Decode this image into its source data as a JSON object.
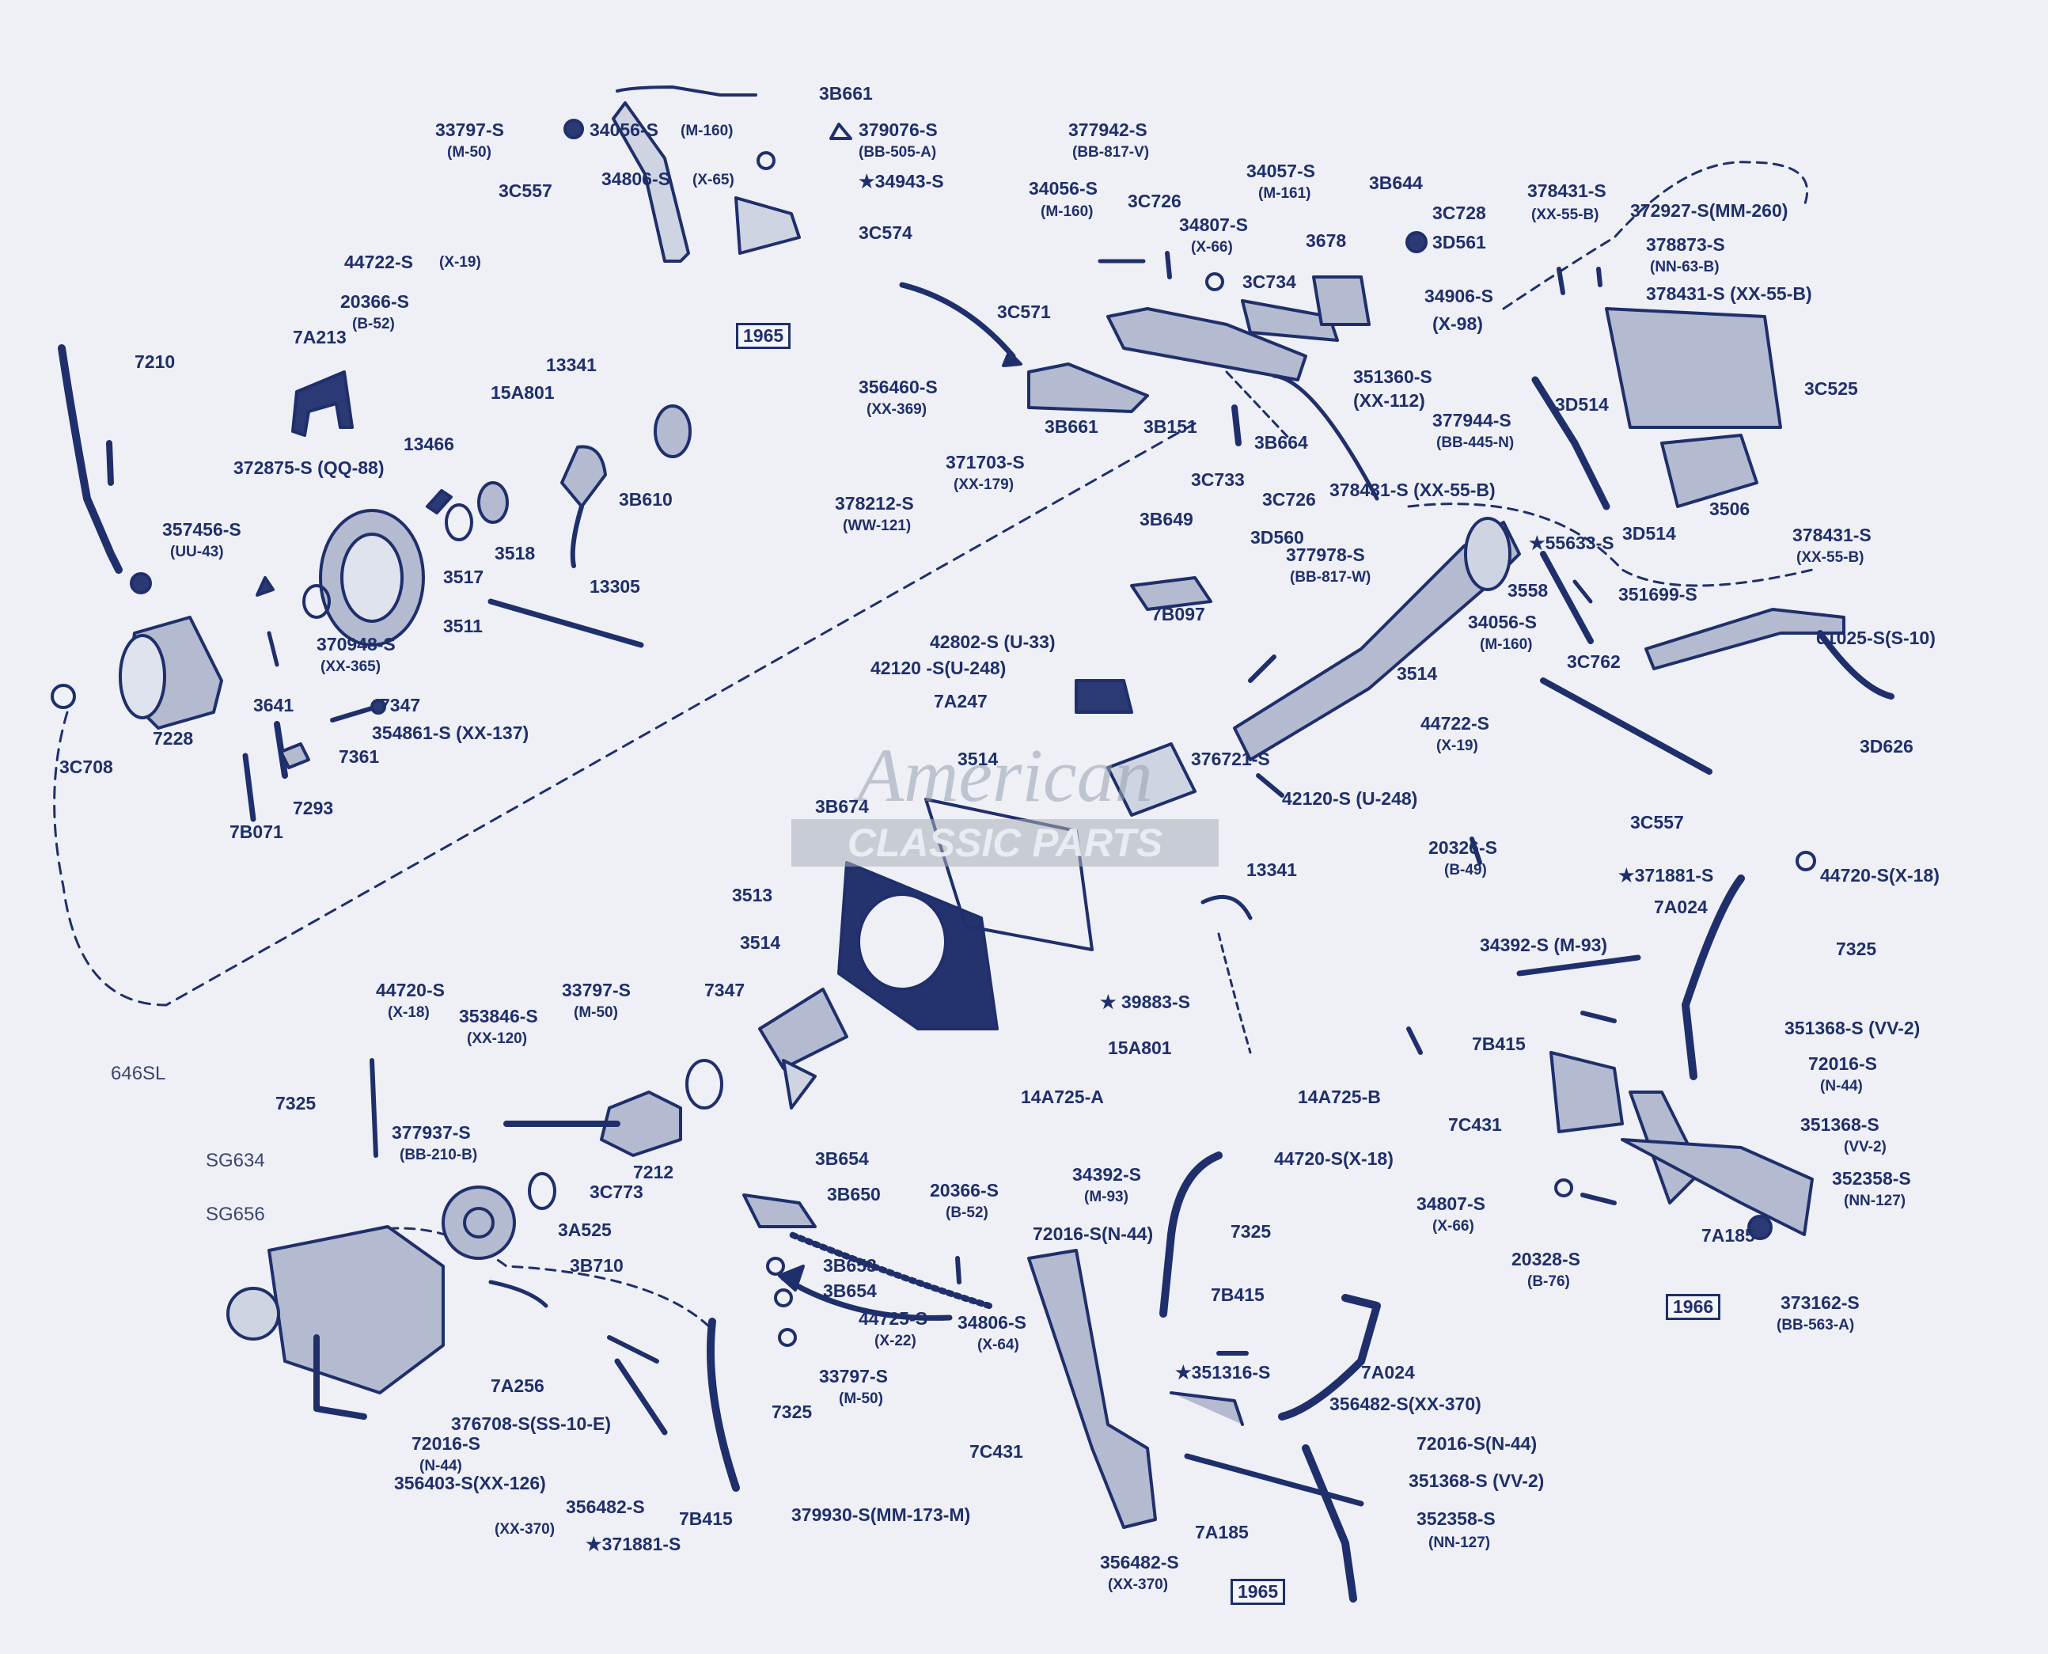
{
  "diagram": {
    "callouts": {
      "c3B661a": "3B661",
      "c33797S1": "33797-S",
      "c33797S1s": "(M-50)",
      "c34056S1": "34056-S",
      "c34056S1s": "(M-160)",
      "c379076S": "379076-S",
      "c379076Ss": "(BB-505-A)",
      "c34806S1": "34806-S",
      "c34806S1s": "(X-65)",
      "c34943S": "★34943-S",
      "c3C557a": "3C557",
      "c3C574": "3C574",
      "c44722S1": "44722-S",
      "c44722S1s": "(X-19)",
      "c20366S1": "20366-S",
      "c20366S1s": "(B-52)",
      "y1965a": "1965",
      "c377942S": "377942-S",
      "c377942Ss": "(BB-817-V)",
      "c34056S2": "34056-S",
      "c34056S2s": "(M-160)",
      "c3C726a": "3C726",
      "c34807S1": "34807-S",
      "c34807S1s": "(X-66)",
      "c34057S": "34057-S",
      "c34057Ss": "(M-161)",
      "c3B644": "3B644",
      "c3C728": "3C728",
      "c3D561": "3D561",
      "c3678": "3678",
      "c3C734": "3C734",
      "c34906S": "34906-S",
      "c34906Ss": "(X-98)",
      "c3C571": "3C571",
      "c378431S1": "378431-S",
      "c378431S1s": "(XX-55-B)",
      "c372927S": "372927-S(MM-260)",
      "c378873S": "378873-S",
      "c378873Ss": "(NN-63-B)",
      "c378431S2": "378431-S (XX-55-B)",
      "c3C525": "3C525",
      "c7210": "7210",
      "c7A213": "7A213",
      "c13341a": "13341",
      "c15A801a": "15A801",
      "c13466": "13466",
      "c372875S": "372875-S (QQ-88)",
      "c3B610": "3B610",
      "c357456S": "357456-S",
      "c357456Ss": "(UU-43)",
      "c3517": "3517",
      "c3518": "3518",
      "c3511": "3511",
      "c370948S": "370948-S",
      "c370948Ss": "(XX-365)",
      "c13305": "13305",
      "c356460S": "356460-S",
      "c356460Ss": "(XX-369)",
      "c3B661b": "3B661",
      "c3B151": "3B151",
      "c3B664": "3B664",
      "c351360S": "351360-S",
      "c351360Ss": "(XX-112)",
      "c377944S": "377944-S",
      "c377944Ss": "(BB-445-N)",
      "c371703S": "371703-S",
      "c371703Ss": "(XX-179)",
      "c378212S": "378212-S",
      "c378212Ss": "(WW-121)",
      "c3C733": "3C733",
      "c378431S3": "378431-S (XX-55-B)",
      "c3D514a": "3D514",
      "c3D514b": "3D514",
      "c3506": "3506",
      "c378431S4": "378431-S",
      "c378431S4s": "(XX-55-B)",
      "c3C726b": "3C726",
      "c55633S": "★55633-S",
      "c3B649": "3B649",
      "c3D560": "3D560",
      "c377978S": "377978-S",
      "c377978Ss": "(BB-817-W)",
      "c3558": "3558",
      "c351699S": "351699-S",
      "c34056S3": "34056-S",
      "c34056S3s": "(M-160)",
      "c3C762": "3C762",
      "c61025S": "61025-S(S-10)",
      "c7B097": "7B097",
      "c42802S": "42802-S (U-33)",
      "c42120S1": "42120 -S(U-248)",
      "c3514a": "3514",
      "c3D626": "3D626",
      "c7A247": "7A247",
      "c3641": "3641",
      "c7347a": "7347",
      "c354861S": "354861-S (XX-137)",
      "c7228": "7228",
      "c7361": "7361",
      "c3C708": "3C708",
      "c7293": "7293",
      "c7B071": "7B071",
      "c3514b": "3514",
      "c376721S": "376721-S",
      "c44722S2": "44722-S",
      "c44722S2s": "(X-19)",
      "c3B674": "3B674",
      "c42120S2": "42120-S (U-248)",
      "c13341b": "13341",
      "c20326S": "20326-S",
      "c20326Ss": "(B-49)",
      "c3C557b": "3C557",
      "c371881S1": "★371881-S",
      "c44720S1": "44720-S(X-18)",
      "c3513": "3513",
      "c7A024a": "7A024",
      "c3514c": "3514",
      "c34392S1": "34392-S (M-93)",
      "c7325a": "7325",
      "c39883S": "★ 39883-S",
      "c15A801b": "15A801",
      "c7B415a": "7B415",
      "c351368S1": "351368-S (VV-2)",
      "c72016S1": "72016-S",
      "c72016S1s": "(N-44)",
      "c14A725A": "14A725-A",
      "c14A725B": "14A725-B",
      "c7C431a": "7C431",
      "c351368S2": "351368-S",
      "c351368S2s": "(VV-2)",
      "c352358S1": "352358-S",
      "c352358S1s": "(NN-127)",
      "c44720S2": "44720-S",
      "c44720S2s": "(X-18)",
      "c353846S": "353846-S",
      "c353846Ss": "(XX-120)",
      "c33797S2": "33797-S",
      "c33797S2s": "(M-50)",
      "c7347b": "7347",
      "c646SL": "646SL",
      "c7325b": "7325",
      "c377937S": "377937-S",
      "c377937Ss": "(BB-210-B)",
      "c7212": "7212",
      "cSG634": "SG634",
      "c3C773": "3C773",
      "c3B654a": "3B654",
      "c3B650": "3B650",
      "c20366S2": "20366-S",
      "c20366S2s": "(B-52)",
      "c34392S2": "34392-S",
      "c34392S2s": "(M-93)",
      "c44720S3": "44720-S(X-18)",
      "c34807S2": "34807-S",
      "c34807S2s": "(X-66)",
      "c20328S": "20328-S",
      "c20328Ss": "(B-76)",
      "c7A185a": "7A185",
      "cSG656": "SG656",
      "c3A525": "3A525",
      "c72016S2": "72016-S(N-44)",
      "c7325c": "7325",
      "c3B653": "3B653",
      "c3B710": "3B710",
      "c3B654b": "3B654",
      "c44725S": "44725-S",
      "c44725Ss": "(X-22)",
      "c34806S2": "34806-S",
      "c34806S2s": "(X-64)",
      "y1966": "1966",
      "c373162S": "373162-S",
      "c373162Ss": "(BB-563-A)",
      "c7B415b": "7B415",
      "c351316S": "★351316-S",
      "c7A024b": "7A024",
      "c7A256": "7A256",
      "c33797S3": "33797-S",
      "c33797S3s": "(M-50)",
      "c376708S": "376708-S(SS-10-E)",
      "c72016S3": "72016-S",
      "c72016S3s": "(N-44)",
      "c7325d": "7325",
      "c356482S1": "356482-S(XX-370)",
      "c72016S4": "72016-S(N-44)",
      "c7C431b": "7C431",
      "c351368S3": "351368-S (VV-2)",
      "c356403S": "356403-S(XX-126)",
      "c356482S2": "356482-S",
      "c356482S2s": "(XX-370)",
      "c7B415c": "7B415",
      "c379930S": "379930-S(MM-173-M)",
      "c352358S2": "352358-S",
      "c352358S2s": "(NN-127)",
      "c7A185b": "7A185",
      "c371881S2": "★371881-S",
      "c356482S3": "356482-S",
      "c356482S3s": "(XX-370)",
      "y1965b": "1965"
    },
    "watermark": {
      "line1": "American",
      "line2": "CLASSIC PARTS"
    }
  },
  "colors": {
    "ink": "#1f2f6b",
    "paper": "#eef0f5",
    "watermark": "#a0a6b2"
  }
}
